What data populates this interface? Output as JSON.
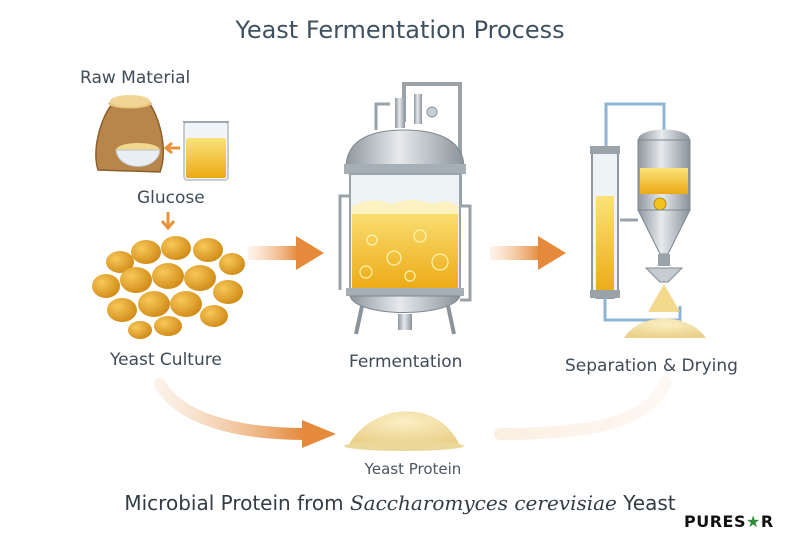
{
  "title": "Yeast Fermentation Process",
  "labels": {
    "raw_material": "Raw Material",
    "glucose": "Glucose",
    "yeast_culture": "Yeast Culture",
    "fermentation": "Fermentation",
    "separation": "Separation & Drying",
    "yeast_protein": "Yeast Protein"
  },
  "caption": {
    "prefix": "Microbial Protein from ",
    "species": "Saccharomyces cerevisiae",
    "suffix": " Yeast"
  },
  "logo": {
    "part1": "PURES",
    "star": "★",
    "part2": "R"
  },
  "colors": {
    "arrow": "#e8923a",
    "liquid": "#f2b51e",
    "yeast": "#e9a321",
    "powder": "#f3dc8e",
    "steel": "#b7bec4"
  }
}
